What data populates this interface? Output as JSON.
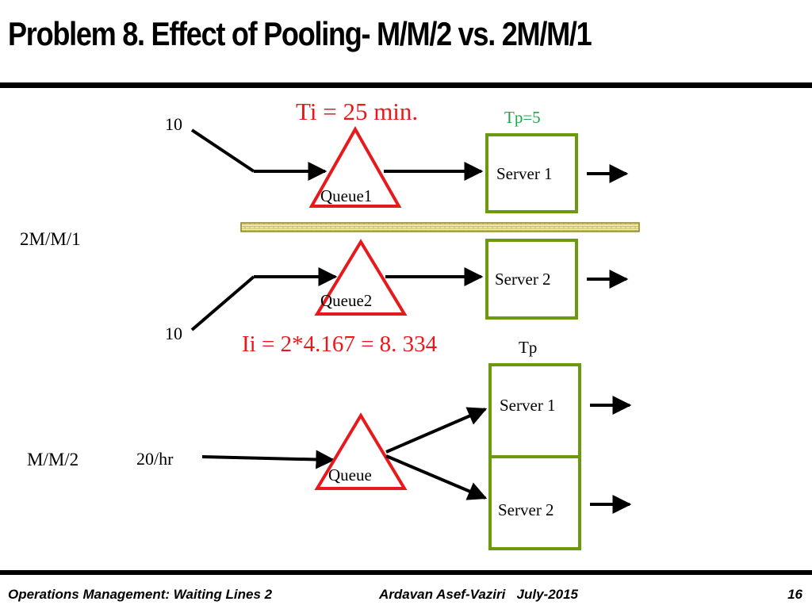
{
  "slide": {
    "title": "Problem 8. Effect of Pooling- M/M/2 vs. 2M/M/1",
    "footer_left": "Operations Management: Waiting Lines 2",
    "footer_mid": "Ardavan Asef-Vaziri   July-2015",
    "page_number": "16"
  },
  "colors": {
    "red": "#e8191c",
    "green": "#6b9a0e",
    "teal_green": "#1fa64a",
    "divider_fill": "#f3efb0",
    "divider_hatch": "#b9ae3a"
  },
  "top_system": {
    "label": "2M/M/1",
    "upper_arrival": "10",
    "lower_arrival": "10",
    "ti_formula": "Ti = 25 min.",
    "tp_label": "Tp=5",
    "queue1_label": "Queue1",
    "queue2_label": "Queue2",
    "server1_label": "Server 1",
    "server2_label": "Server 2",
    "ii_formula": "Ii = 2*4.167 = 8. 334"
  },
  "bottom_system": {
    "label": "M/M/2",
    "arrival": "20/hr",
    "tp_label": "Tp",
    "queue_label": "Queue",
    "server1_label": "Server 1",
    "server2_label": "Server 2"
  }
}
